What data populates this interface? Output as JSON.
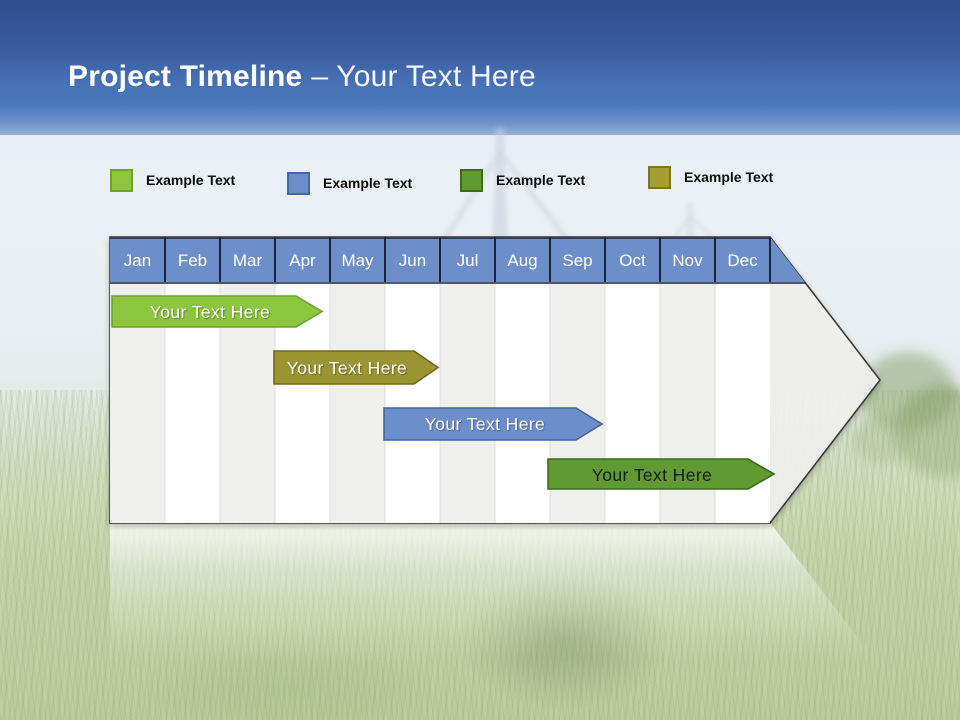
{
  "slide": {
    "title_main": "Project Timeline",
    "title_suffix": "– Your Text Here"
  },
  "legend": {
    "items": [
      {
        "label": "Example Text",
        "color": "#8CC63E",
        "border": "#6FA42C"
      },
      {
        "label": "Example Text",
        "color": "#6C8FCB",
        "border": "#46679F"
      },
      {
        "label": "Example Text",
        "color": "#5F9A33",
        "border": "#3F6B1F"
      },
      {
        "label": "Example Text",
        "color": "#A69D33",
        "border": "#7B7423"
      }
    ]
  },
  "timeline": {
    "months": [
      "Jan",
      "Feb",
      "Mar",
      "Apr",
      "May",
      "Jun",
      "Jul",
      "Aug",
      "Sep",
      "Oct",
      "Nov",
      "Dec"
    ],
    "header_color": "#6C8EC9",
    "header_border": "#1B2638",
    "stripe_colors": [
      "#EFEFED",
      "#FFFFFF"
    ],
    "arrow_fill": "#F3F3F1",
    "arrow_outline": "#3A3A3A",
    "bars": [
      {
        "label": "Your Text Here",
        "fill": "#8CC63E",
        "stroke": "#6FA02A",
        "text_color": "#FFFFFF",
        "start": "Jan",
        "end": "Mar"
      },
      {
        "label": "Your Text Here",
        "fill": "#9C9432",
        "stroke": "#6E691F",
        "text_color": "#FFFFFF",
        "start": "Apr",
        "end": "May"
      },
      {
        "label": "Your Text Here",
        "fill": "#6C8FCB",
        "stroke": "#44659E",
        "text_color": "#FFFFFF",
        "start": "Jun",
        "end": "Aug"
      },
      {
        "label": "Your Text Here",
        "fill": "#5F9A33",
        "stroke": "#3E6A1E",
        "text_color": "#1A1A1A",
        "start": "Sep",
        "end": "Dec"
      }
    ]
  }
}
